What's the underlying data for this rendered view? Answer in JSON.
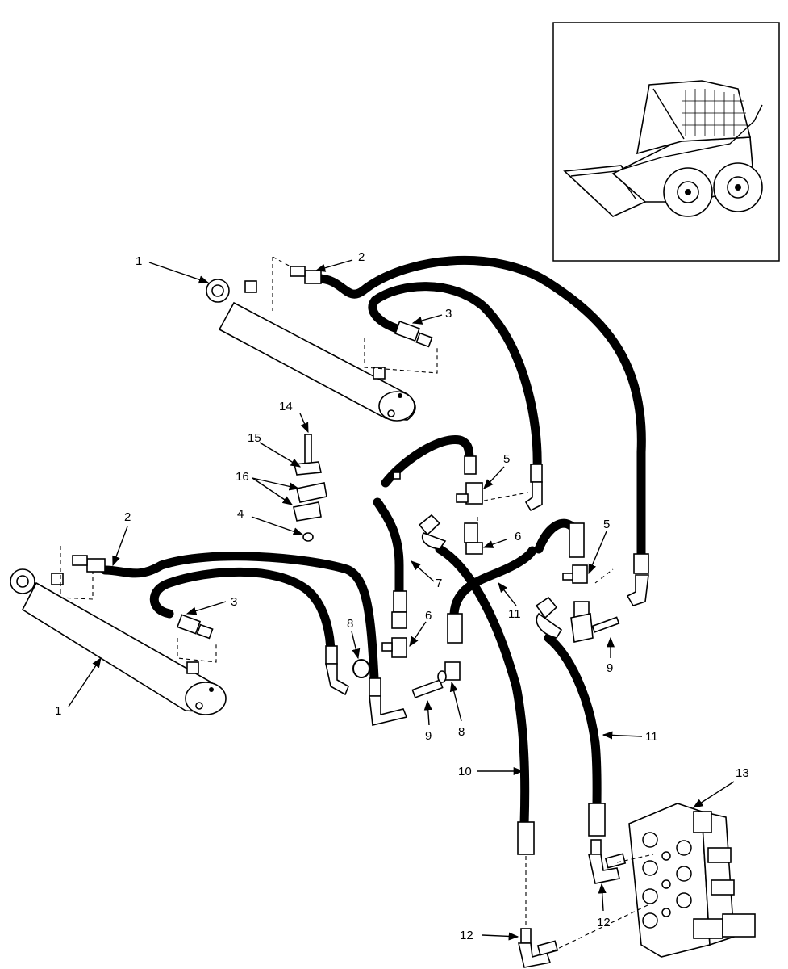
{
  "diagram": {
    "callouts": [
      {
        "id": "c1a",
        "label": "1"
      },
      {
        "id": "c2a",
        "label": "2"
      },
      {
        "id": "c3a",
        "label": "3"
      },
      {
        "id": "c14",
        "label": "14"
      },
      {
        "id": "c15",
        "label": "15"
      },
      {
        "id": "c16",
        "label": "16"
      },
      {
        "id": "c4",
        "label": "4"
      },
      {
        "id": "c2b",
        "label": "2"
      },
      {
        "id": "c3b",
        "label": "3"
      },
      {
        "id": "c1b",
        "label": "1"
      },
      {
        "id": "c5a",
        "label": "5"
      },
      {
        "id": "c6a",
        "label": "6"
      },
      {
        "id": "c7",
        "label": "7"
      },
      {
        "id": "c5b",
        "label": "5"
      },
      {
        "id": "c11a",
        "label": "11"
      },
      {
        "id": "c6b",
        "label": "6"
      },
      {
        "id": "c8a",
        "label": "8"
      },
      {
        "id": "c9a",
        "label": "9"
      },
      {
        "id": "c9b",
        "label": "9"
      },
      {
        "id": "c8b",
        "label": "8"
      },
      {
        "id": "c11b",
        "label": "11"
      },
      {
        "id": "c10",
        "label": "10"
      },
      {
        "id": "c13",
        "label": "13"
      },
      {
        "id": "c12a",
        "label": "12"
      },
      {
        "id": "c12b",
        "label": "12"
      }
    ]
  },
  "inset": {
    "icon": "skid-steer-loader-icon"
  }
}
